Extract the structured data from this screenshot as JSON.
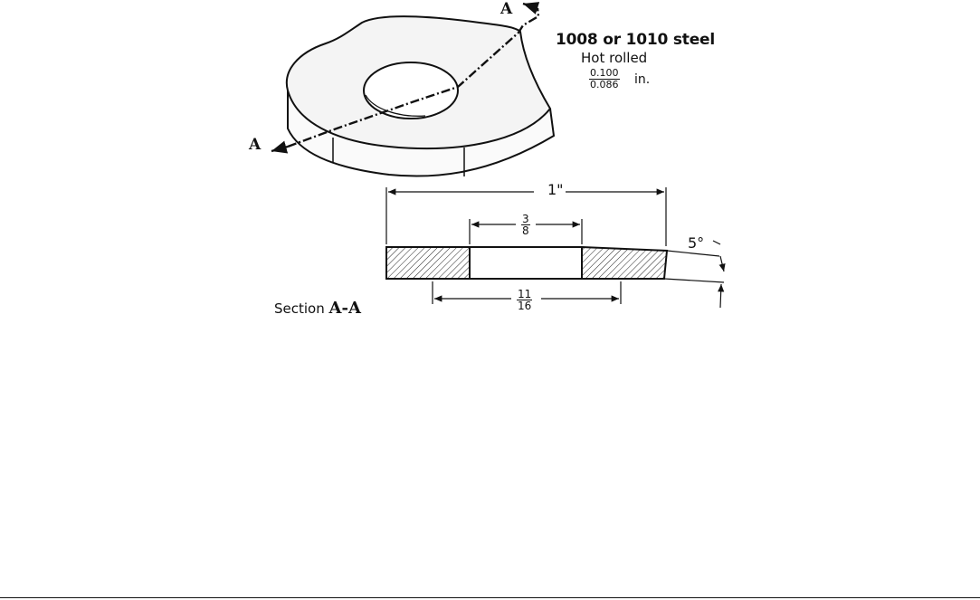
{
  "material": "1008 or 1010 steel",
  "process": "Hot rolled",
  "thickness": {
    "upper": "0.100",
    "lower": "0.086",
    "unit": "in."
  },
  "section_marker": "A",
  "section_view": {
    "prefix": "Section",
    "name": "A-A"
  },
  "dimensions": {
    "overall_width": "1\"",
    "hole_diameter": {
      "numerator": "3",
      "denominator": "8"
    },
    "bottom_width": {
      "numerator": "11",
      "denominator": "16"
    },
    "taper_angle": "5°"
  }
}
